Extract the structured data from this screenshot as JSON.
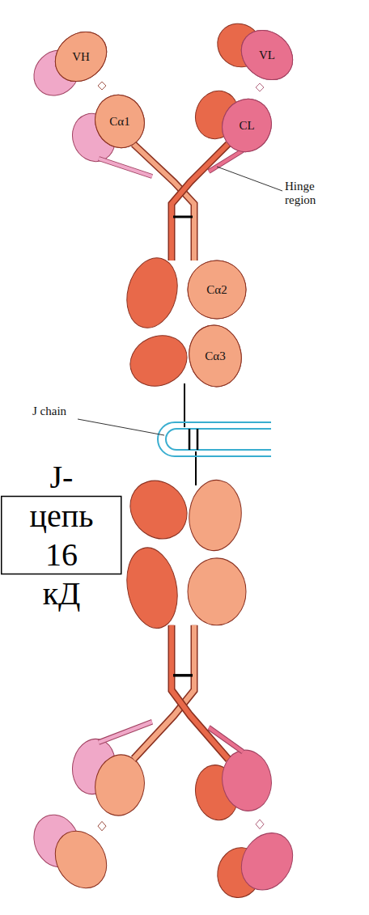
{
  "diagram": {
    "nodes": [
      {
        "text": [
          "VH"
        ]
      },
      {
        "text": [
          "VL"
        ]
      },
      {
        "text": [
          "Cα1"
        ]
      },
      {
        "text": [
          "CL"
        ]
      },
      {
        "text": [
          "Cα2"
        ]
      },
      {
        "text": [
          "Cα3"
        ]
      },
      {
        "text": [
          "J- цепь 16 кД"
        ]
      }
    ],
    "labels": [
      "Hinge region",
      "J chain"
    ]
  }
}
